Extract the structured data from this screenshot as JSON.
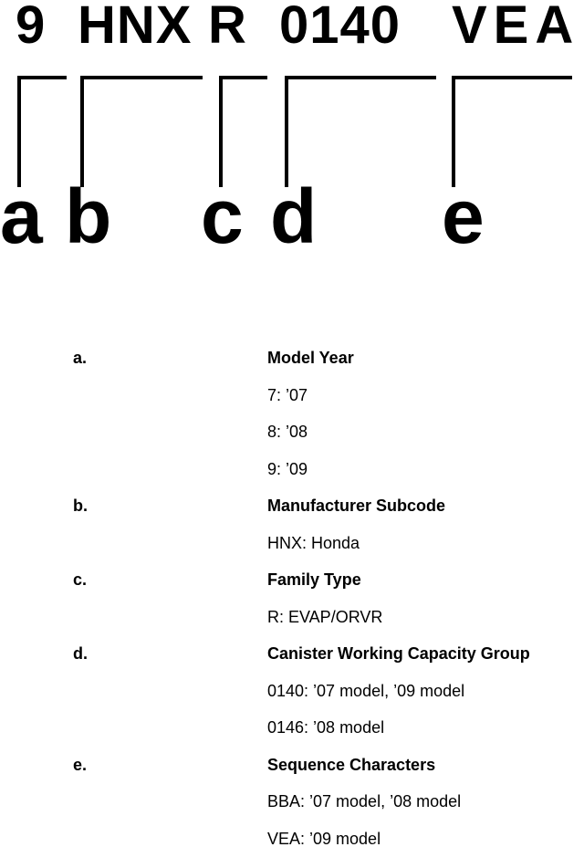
{
  "diagram": {
    "code": {
      "full": "9 HNX R 0140 VEA",
      "segments": [
        {
          "key": "a",
          "text": "9"
        },
        {
          "key": "b",
          "text": "HNX"
        },
        {
          "key": "c",
          "text": "R"
        },
        {
          "key": "d",
          "text": "0140"
        },
        {
          "key": "e",
          "text": "VEA"
        }
      ],
      "key_letters": [
        "a",
        "b",
        "c",
        "d",
        "e"
      ]
    },
    "legend": {
      "sections": [
        {
          "label": "a.",
          "title": "Model Year",
          "items": [
            "7: ’07",
            "8: ’08",
            "9: ’09"
          ]
        },
        {
          "label": "b.",
          "title": "Manufacturer Subcode",
          "items": [
            "HNX: Honda"
          ]
        },
        {
          "label": "c.",
          "title": "Family Type",
          "items": [
            "R: EVAP/ORVR"
          ]
        },
        {
          "label": "d.",
          "title": "Canister Working Capacity Group",
          "items": [
            "0140: ’07 model, ’09 model",
            "0146: ’08 model"
          ]
        },
        {
          "label": "e.",
          "title": "Sequence Characters",
          "items": [
            "BBA: ’07 model, ’08 model",
            "VEA: ’09 model"
          ]
        }
      ]
    },
    "colors": {
      "ink": "#000000",
      "background": "#ffffff"
    }
  }
}
